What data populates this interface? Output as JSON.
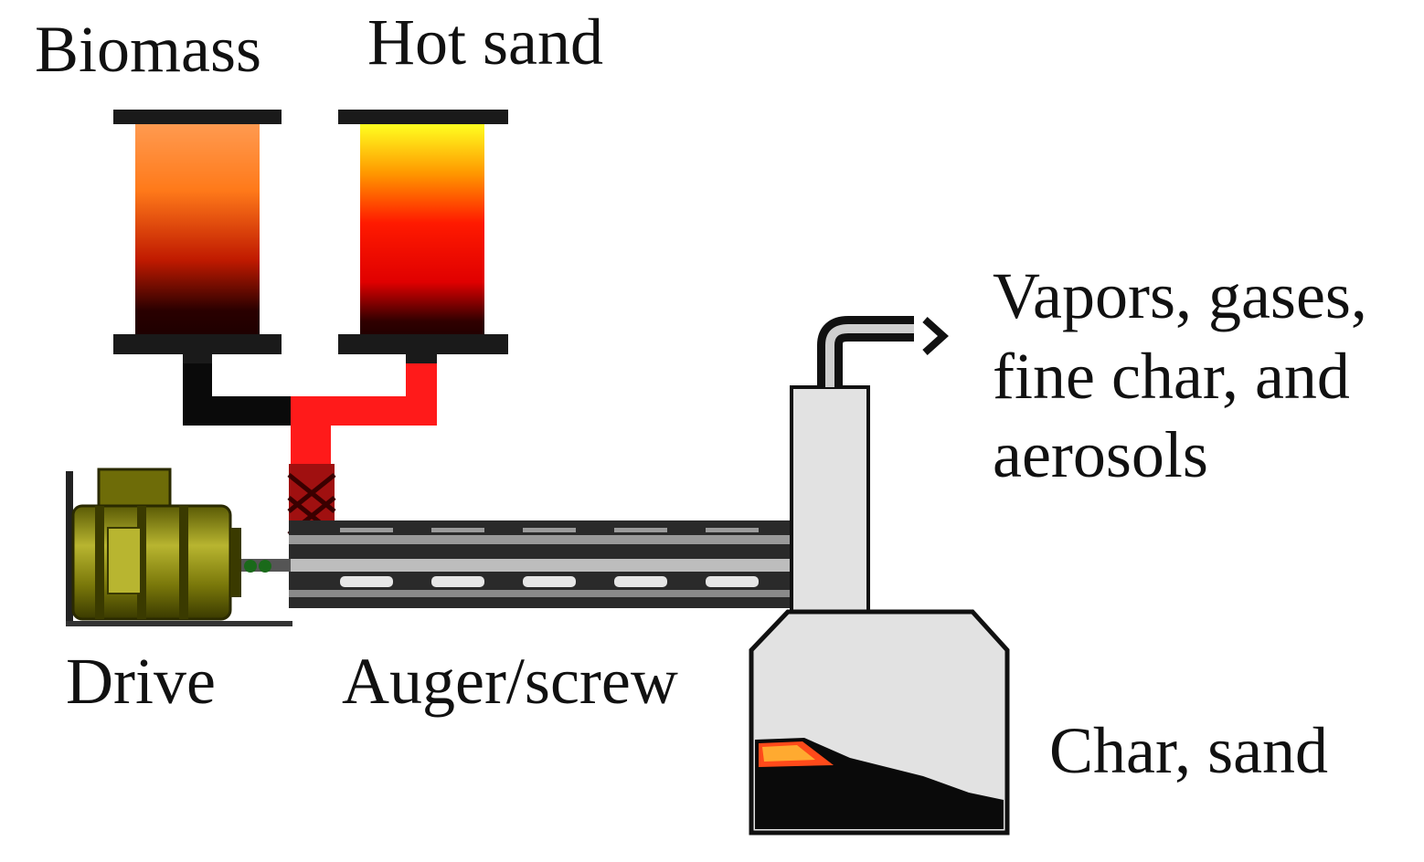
{
  "labels": {
    "biomass": "Biomass",
    "hot_sand": "Hot sand",
    "products": [
      "Vapors, gases,",
      "fine char, and",
      "aerosols"
    ],
    "drive": "Drive",
    "auger": "Auger/screw",
    "char_sand": "Char, sand"
  },
  "colors": {
    "feed_pipe_biomass": "#000000",
    "feed_pipe_sand": "#ff1010",
    "motor": "#8c8a10",
    "reactor_body": "#e2e2e2",
    "sand_hot_top": "#ffff00",
    "sand_hot_mid": "#ff1a00",
    "biomass_top": "#ff8a40",
    "biomass_mid": "#cc2200"
  },
  "icons": [
    "motor-icon",
    "hopper-icon",
    "arrow-right-icon"
  ]
}
